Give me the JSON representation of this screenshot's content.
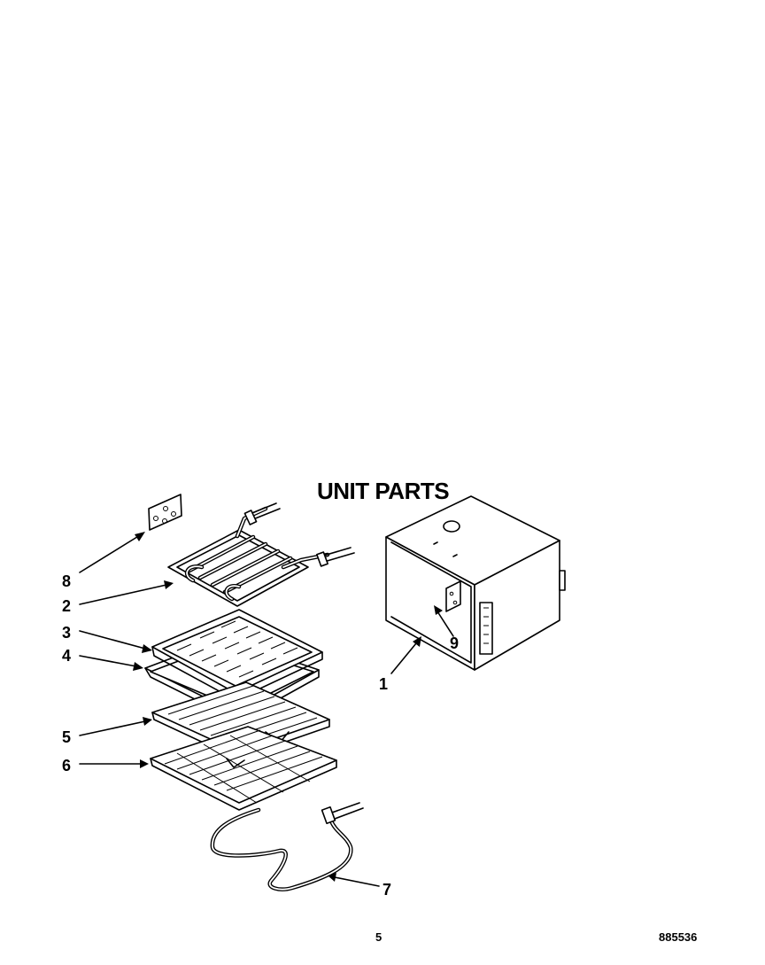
{
  "title": "UNIT PARTS",
  "callouts": [
    "1",
    "2",
    "3",
    "4",
    "5",
    "6",
    "7",
    "8",
    "9"
  ],
  "footer": {
    "page_number": "5",
    "document_number": "885536"
  },
  "parts": [
    {
      "callout": "1",
      "part": "oven-cavity-icon"
    },
    {
      "callout": "2",
      "part": "broil-element-icon"
    },
    {
      "callout": "3",
      "part": "broiler-grid-icon"
    },
    {
      "callout": "4",
      "part": "broiler-pan-icon"
    },
    {
      "callout": "5",
      "part": "oven-rack-icon"
    },
    {
      "callout": "6",
      "part": "oven-rack-icon"
    },
    {
      "callout": "7",
      "part": "bake-element-icon"
    },
    {
      "callout": "8",
      "part": "terminal-block-icon"
    },
    {
      "callout": "9",
      "part": "bracket-icon"
    }
  ]
}
